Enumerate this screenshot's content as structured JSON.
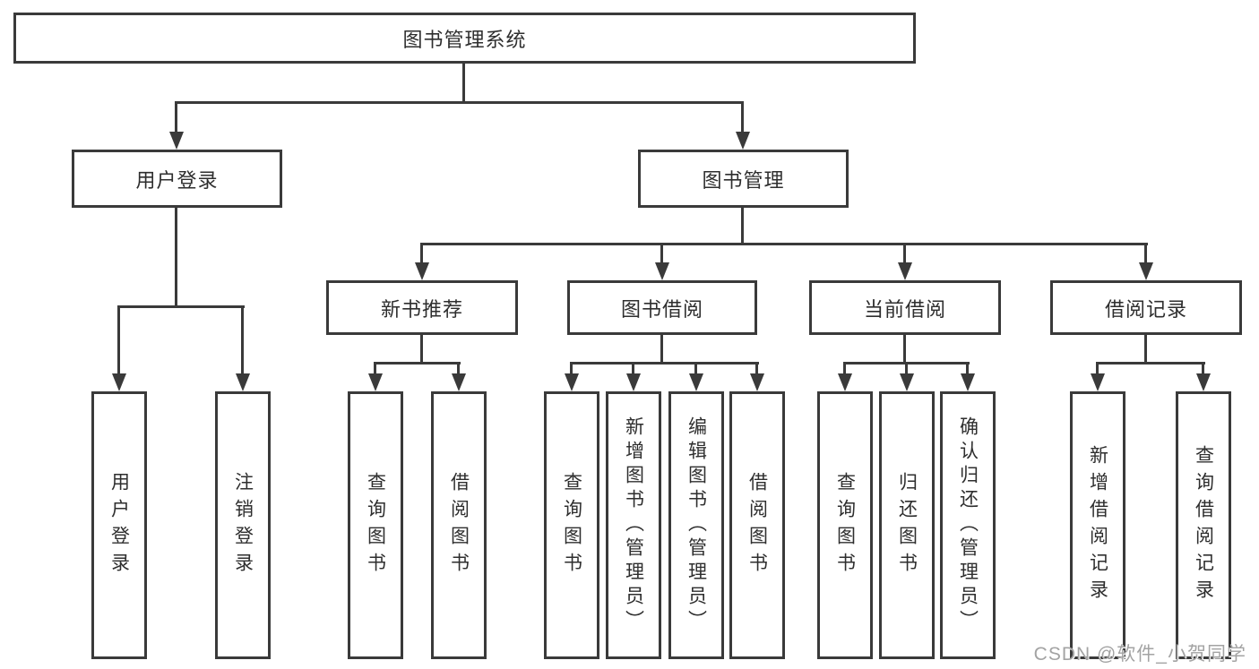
{
  "colors": {
    "line": "#3a3a3a",
    "text": "#2e2e2e",
    "background": "#ffffff",
    "watermark": "#a3a3a3"
  },
  "diagram": {
    "root": {
      "label": "图书管理系统"
    },
    "user_login": {
      "label": "用户登录",
      "children": [
        "用户登录",
        "注销登录"
      ]
    },
    "book_management": {
      "label": "图书管理"
    },
    "new_books": {
      "label": "新书推荐",
      "children": [
        "查询图书",
        "借阅图书"
      ]
    },
    "book_borrowing": {
      "label": "图书借阅",
      "children": [
        "查询图书",
        "新增图书（管理员）",
        "编辑图书（管理员）",
        "借阅图书"
      ]
    },
    "current_borrowing": {
      "label": "当前借阅",
      "children": [
        "查询图书",
        "归还图书",
        "确认归还（管理员）"
      ]
    },
    "borrowing_records": {
      "label": "借阅记录",
      "children": [
        "新增借阅记录",
        "查询借阅记录"
      ]
    }
  },
  "watermark": {
    "text": "CSDN @软件_小贺同学"
  }
}
